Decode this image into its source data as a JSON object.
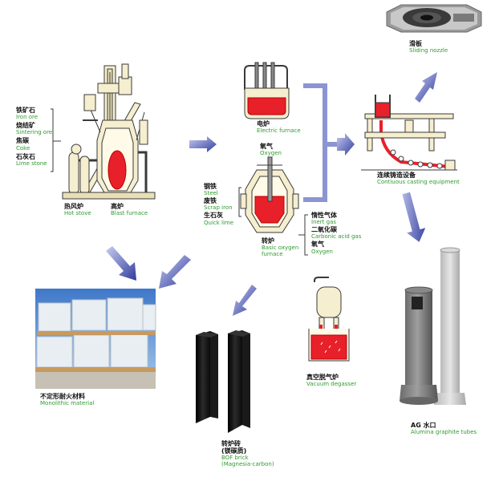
{
  "colors": {
    "accent_green": "#2e9b2e",
    "arrow_blue": "#3b4aa8",
    "steel_red": "#e8202a",
    "cream": "#f5eecf",
    "outline": "#3a3a3a"
  },
  "blast_furnace_inputs": [
    {
      "zh": "铁矿石",
      "en": "Iron ore"
    },
    {
      "zh": "烧结矿",
      "en": "Sintering ore"
    },
    {
      "zh": "焦碳",
      "en": "Coke"
    },
    {
      "zh": "石灰石",
      "en": "Lime stone"
    }
  ],
  "hot_stove": {
    "zh": "热风炉",
    "en": "Hot stove"
  },
  "blast_furnace": {
    "zh": "高炉",
    "en": "Blast furnace"
  },
  "electric_furnace": {
    "zh": "电炉",
    "en": "Electric furnace"
  },
  "oxygen_top": {
    "zh": "氧气",
    "en": "Oxygen"
  },
  "converter_inputs": [
    {
      "zh": "钢铁",
      "en": "Steel"
    },
    {
      "zh": "废铁",
      "en": "Scrap iron"
    },
    {
      "zh": "生石灰",
      "en": "Quick lime"
    }
  ],
  "gas_inputs": [
    {
      "zh": "惰性气体",
      "en": "Inert gas"
    },
    {
      "zh": "二氧化碳",
      "en": "Carbonic acid gas"
    },
    {
      "zh": "氧气",
      "en": "Oxygen"
    }
  ],
  "bof": {
    "zh": "转炉",
    "en1": "Basic oxygen",
    "en2": "furnace"
  },
  "continuous_casting": {
    "zh": "连续铸造设备",
    "en": "Contiuous casting equipment"
  },
  "sliding_nozzle": {
    "zh": "滑板",
    "en": "Sliding nozzle"
  },
  "monolithic": {
    "zh": "不定形耐火材料",
    "en": "Monolithic material"
  },
  "bof_brick": {
    "zh1": "转炉砖",
    "zh2": "(镁碳质)",
    "en1": "BOF brick",
    "en2": "(Magnesia-carbon)"
  },
  "vacuum_degasser": {
    "zh": "真空脱气炉",
    "en": "Vacuum degasser"
  },
  "ag_tubes": {
    "zh": "AG 水口",
    "en": "Alumina graphite tubes"
  }
}
